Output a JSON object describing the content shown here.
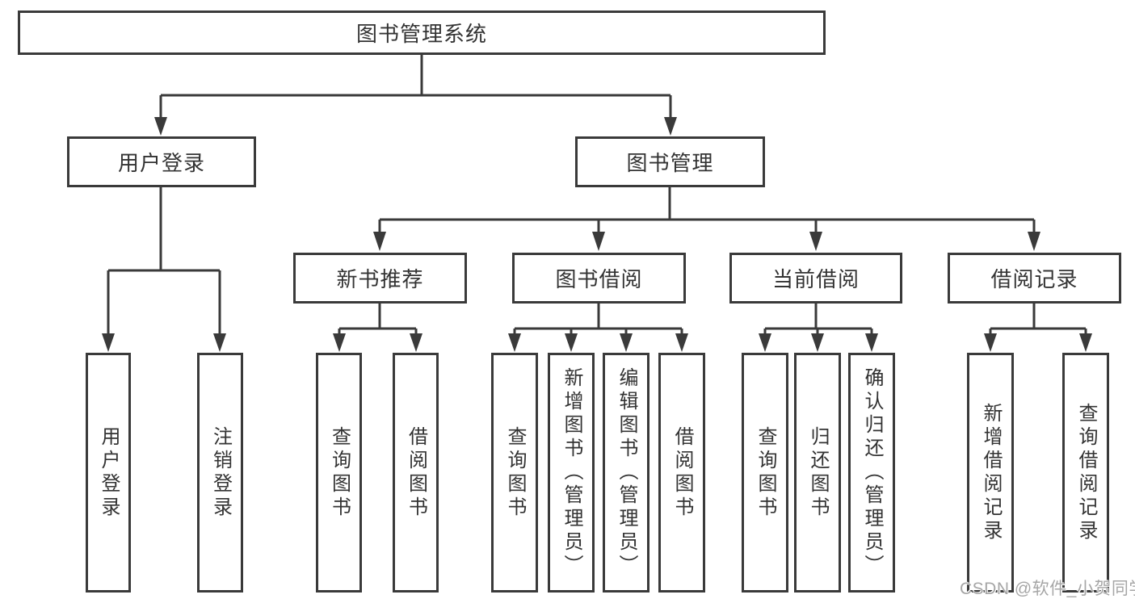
{
  "colors": {
    "background": "#ffffff",
    "line": "#3a3a3a",
    "node_border": "#3a3a3a",
    "text": "#333333",
    "watermark": "#a6a6a6"
  },
  "diagram": {
    "root": {
      "label": "图书管理系统"
    },
    "branches": [
      {
        "label": "用户登录",
        "children": [
          {
            "label": "用户登录"
          },
          {
            "label": "注销登录"
          }
        ]
      },
      {
        "label": "图书管理",
        "children": [
          {
            "label": "新书推荐",
            "children": [
              {
                "label": "查询图书"
              },
              {
                "label": "借阅图书"
              }
            ]
          },
          {
            "label": "图书借阅",
            "children": [
              {
                "label": "查询图书"
              },
              {
                "label": "新增图书（管理员）"
              },
              {
                "label": "编辑图书（管理员）"
              },
              {
                "label": "借阅图书"
              }
            ]
          },
          {
            "label": "当前借阅",
            "children": [
              {
                "label": "查询图书"
              },
              {
                "label": "归还图书"
              },
              {
                "label": "确认归还（管理员）"
              }
            ]
          },
          {
            "label": "借阅记录",
            "children": [
              {
                "label": "新增借阅记录"
              },
              {
                "label": "查询借阅记录"
              }
            ]
          }
        ]
      }
    ]
  },
  "watermark": {
    "text": "CSDN @软件_小贺同学"
  }
}
